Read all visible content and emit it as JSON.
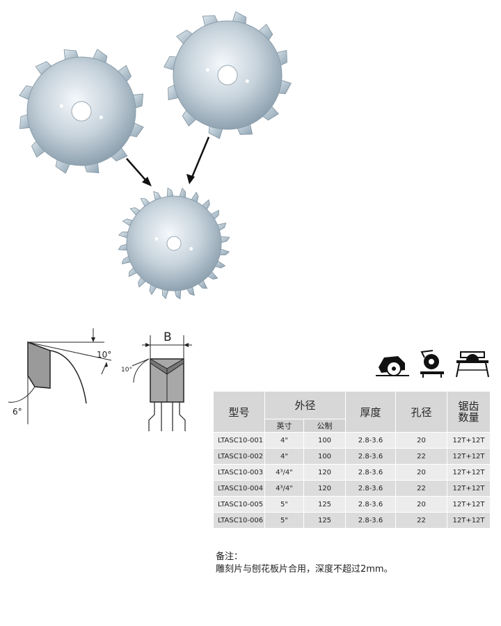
{
  "diagram": {
    "clearance_angle": "10°",
    "hook_angle": "6°",
    "side_angle": "10°",
    "width_label": "B"
  },
  "machine_icons": [
    "circular-saw-icon",
    "miter-saw-icon",
    "table-saw-icon"
  ],
  "table": {
    "headers": {
      "model": "型号",
      "outer_diameter": "外径",
      "outer_inch": "英寸",
      "outer_metric": "公制",
      "thickness": "厚度",
      "bore": "孔径",
      "teeth_line1": "锯齿",
      "teeth_line2": "数量"
    },
    "rows": [
      {
        "model": "LTASC10-001",
        "inch": "4\"",
        "metric": "100",
        "thickness": "2.8-3.6",
        "bore": "20",
        "teeth": "12T+12T"
      },
      {
        "model": "LTASC10-002",
        "inch": "4\"",
        "metric": "100",
        "thickness": "2.8-3.6",
        "bore": "22",
        "teeth": "12T+12T"
      },
      {
        "model": "LTASC10-003",
        "inch": "4³/4\"",
        "metric": "120",
        "thickness": "2.8-3.6",
        "bore": "20",
        "teeth": "12T+12T"
      },
      {
        "model": "LTASC10-004",
        "inch": "4³/4\"",
        "metric": "120",
        "thickness": "2.8-3.6",
        "bore": "22",
        "teeth": "12T+12T"
      },
      {
        "model": "LTASC10-005",
        "inch": "5\"",
        "metric": "125",
        "thickness": "2.8-3.6",
        "bore": "20",
        "teeth": "12T+12T"
      },
      {
        "model": "LTASC10-006",
        "inch": "5\"",
        "metric": "125",
        "thickness": "2.8-3.6",
        "bore": "22",
        "teeth": "12T+12T"
      }
    ]
  },
  "notes": {
    "title": "备注：",
    "text": "雕刻片与刨花板片合用，深度不超过2mm。"
  }
}
